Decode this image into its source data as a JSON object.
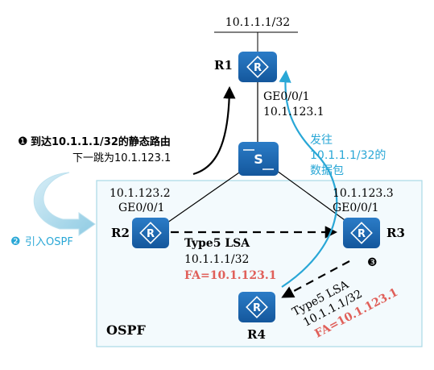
{
  "top_prefix": "10.1.1.1/32",
  "routers": {
    "r1": "R1",
    "r2": "R2",
    "r3": "R3",
    "r4": "R4"
  },
  "switch_label": "S",
  "r1_iface": {
    "port": "GE0/0/1",
    "ip": "10.1.123.1"
  },
  "r2_iface": {
    "ip": "10.1.123.2",
    "port": "GE0/0/1"
  },
  "r3_iface": {
    "ip": "10.1.123.3",
    "port": "GE0/0/1"
  },
  "step1": {
    "marker": "❶",
    "title": "到达10.1.1.1/32的静态路由",
    "nexthop": "下一跳为10.1.123.1"
  },
  "step2": {
    "marker": "❷",
    "text": "引入OSPF"
  },
  "step3": {
    "marker": "❸"
  },
  "packet_note": [
    "发往",
    "10.1.1.1/32的",
    "数据包"
  ],
  "lsa_r2_r3": {
    "type": "Type5 LSA",
    "prefix": "10.1.1.1/32",
    "fa": "FA=10.1.123.1"
  },
  "lsa_r3_r4": {
    "type": "Type5 LSA",
    "prefix": "10.1.1.1/32",
    "fa": "FA=10.1.123.1"
  },
  "area_label": "OSPF",
  "colors": {
    "router": "#1a66b3",
    "area_border": "#a9d8e6",
    "area_fill": "#f3fafd",
    "packet": "#29a7d6",
    "fa": "#e0605a"
  }
}
